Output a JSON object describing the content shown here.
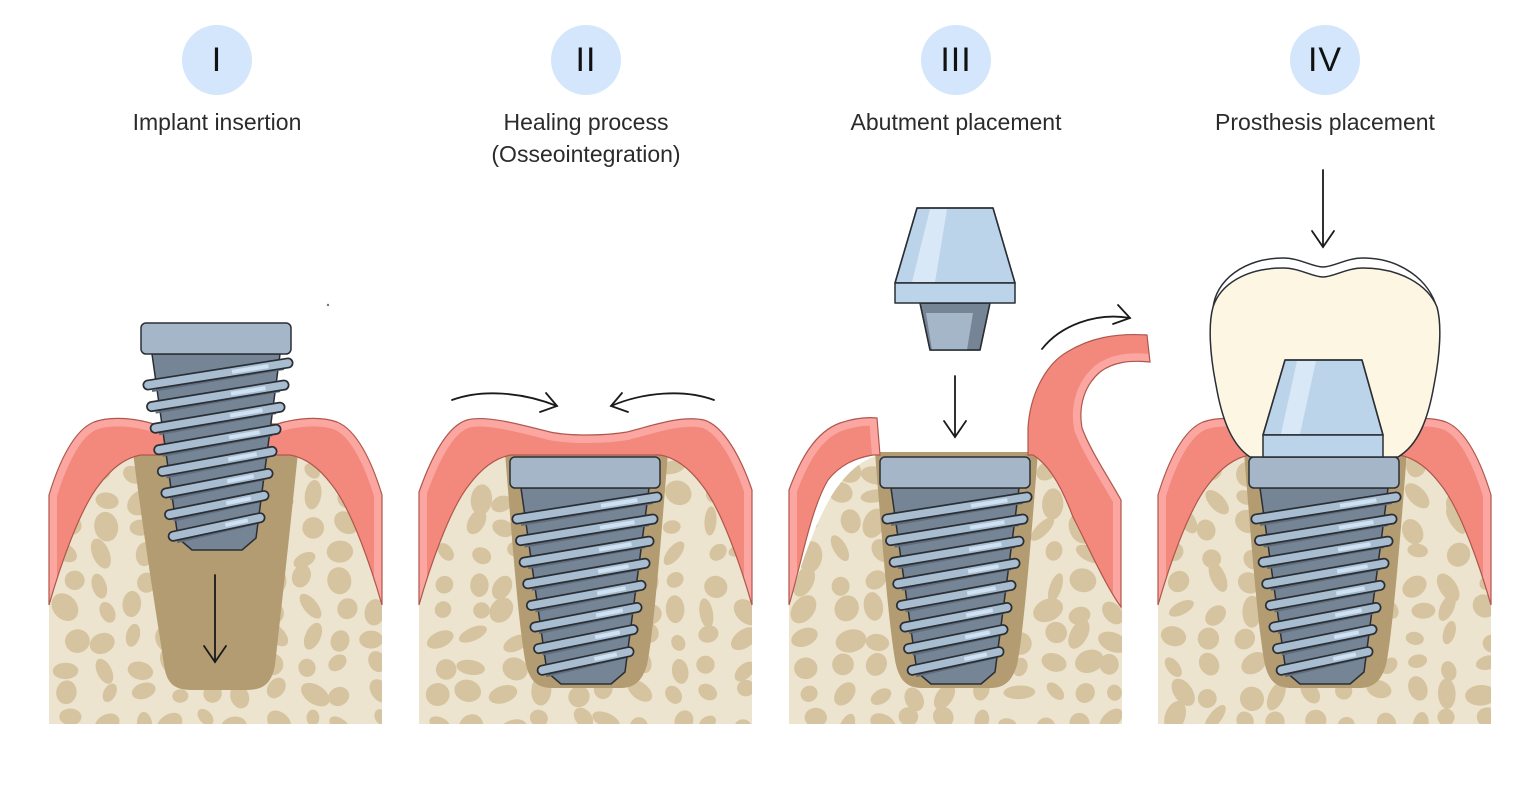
{
  "steps": [
    {
      "numeral": "I",
      "title_line1": "Implant insertion"
    },
    {
      "numeral": "II",
      "title_line1": "Healing process",
      "title_line2": "(Osseointegration)"
    },
    {
      "numeral": "III",
      "title_line1": "Abutment placement"
    },
    {
      "numeral": "IV",
      "title_line1": "Prosthesis placement"
    }
  ],
  "colors": {
    "badge": "#d3e6fb",
    "gum": "#f2897c",
    "gum_light": "#fba6a0",
    "gum_outline": "#b0574c",
    "bone": "#ede4cf",
    "bone_spot": "#d5c49f",
    "socket": "#b49c72",
    "implant_cap": "#a5b6c8",
    "implant_body": "#768596",
    "thread": "#a9bdd1",
    "thread_highlight": "#cfe2f4",
    "abutment": "#bcd4ea",
    "abutment_highlight": "#d8e8f6",
    "crown": "#fcf6e2",
    "outline": "#2a2f36",
    "arrow": "#1a1a1a"
  }
}
